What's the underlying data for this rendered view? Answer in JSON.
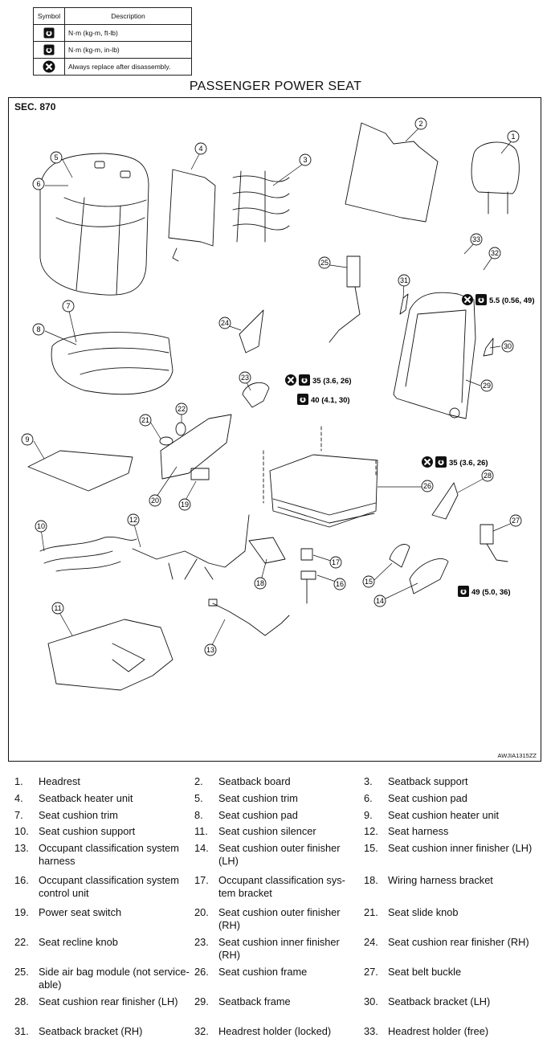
{
  "symbol_table": {
    "header_symbol": "Symbol",
    "header_description": "Description",
    "rows": [
      {
        "icon": "torque-wrench-icon",
        "description": "N·m (kg-m, ft-lb)"
      },
      {
        "icon": "torque-wrench-small-icon",
        "description": "N·m (kg-m, in-lb)"
      },
      {
        "icon": "always-replace-icon",
        "description": "Always replace after disassembly."
      }
    ]
  },
  "diagram": {
    "title": "PASSENGER POWER SEAT",
    "section": "SEC. 870",
    "reference_code": "AWJIA1315ZZ",
    "torques": {
      "headrest_frame": "5.5 (0.56, 49)",
      "frame_upper": "35 (3.6, 26)",
      "frame_bolt": "40 (4.1, 30)",
      "frame_right": "35 (3.6, 26)",
      "buckle": "49 (5.0, 36)"
    },
    "callouts": [
      "1",
      "2",
      "3",
      "4",
      "5",
      "6",
      "7",
      "8",
      "9",
      "10",
      "11",
      "12",
      "13",
      "14",
      "15",
      "16",
      "17",
      "18",
      "19",
      "20",
      "21",
      "22",
      "23",
      "24",
      "25",
      "26",
      "27",
      "28",
      "29",
      "30",
      "31",
      "32",
      "33"
    ]
  },
  "parts": [
    {
      "num": "1.",
      "name": "Headrest"
    },
    {
      "num": "2.",
      "name": "Seatback board"
    },
    {
      "num": "3.",
      "name": "Seatback support"
    },
    {
      "num": "4.",
      "name": "Seatback heater unit"
    },
    {
      "num": "5.",
      "name": "Seat cushion trim"
    },
    {
      "num": "6.",
      "name": "Seat cushion pad"
    },
    {
      "num": "7.",
      "name": "Seat cushion trim"
    },
    {
      "num": "8.",
      "name": "Seat cushion pad"
    },
    {
      "num": "9.",
      "name": "Seat cushion heater unit"
    },
    {
      "num": "10.",
      "name": "Seat cushion support"
    },
    {
      "num": "11.",
      "name": "Seat cushion silencer"
    },
    {
      "num": "12.",
      "name": "Seat harness"
    },
    {
      "num": "13.",
      "name": "Occupant classification system harness"
    },
    {
      "num": "14.",
      "name": "Seat cushion outer finisher (LH)"
    },
    {
      "num": "15.",
      "name": "Seat cushion inner finisher (LH)"
    },
    {
      "num": "16.",
      "name": "Occupant classification system control unit"
    },
    {
      "num": "17.",
      "name": "Occupant classification sys-tem bracket"
    },
    {
      "num": "18.",
      "name": "Wiring harness bracket"
    },
    {
      "num": "19.",
      "name": "Power seat switch"
    },
    {
      "num": "20.",
      "name": "Seat cushion outer finisher (RH)"
    },
    {
      "num": "21.",
      "name": "Seat slide knob"
    },
    {
      "num": "22.",
      "name": "Seat recline knob"
    },
    {
      "num": "23.",
      "name": "Seat cushion inner finisher (RH)"
    },
    {
      "num": "24.",
      "name": "Seat cushion rear finisher (RH)"
    },
    {
      "num": "25.",
      "name": "Side air bag module (not service-able)"
    },
    {
      "num": "26.",
      "name": "Seat cushion frame"
    },
    {
      "num": "27.",
      "name": "Seat belt buckle"
    },
    {
      "num": "28.",
      "name": "Seat cushion rear finisher (LH)"
    },
    {
      "num": "29.",
      "name": "Seatback frame"
    },
    {
      "num": "30.",
      "name": "Seatback bracket (LH)"
    },
    {
      "num": "31.",
      "name": "Seatback bracket (RH)"
    },
    {
      "num": "32.",
      "name": "Headrest holder (locked)"
    },
    {
      "num": "33.",
      "name": "Headrest holder (free)"
    }
  ]
}
